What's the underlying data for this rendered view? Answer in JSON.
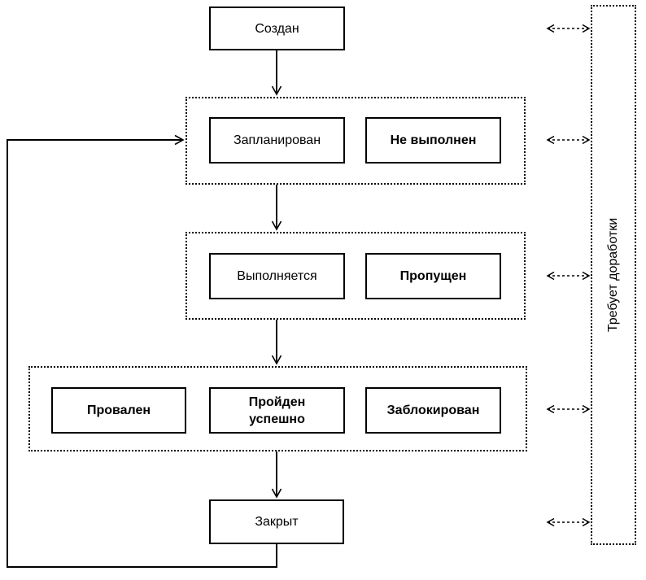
{
  "diagram": {
    "background_color": "#ffffff",
    "line_color": "#000000",
    "states": {
      "created": "Создан",
      "planned": "Запланирован",
      "not_executed": "Не выполнен",
      "in_progress": "Выполняется",
      "skipped": "Пропущен",
      "failed": "Провален",
      "passed": "Пройден успешно",
      "blocked": "Заблокирован",
      "closed": "Закрыт",
      "rework": "Требует доработки"
    }
  }
}
